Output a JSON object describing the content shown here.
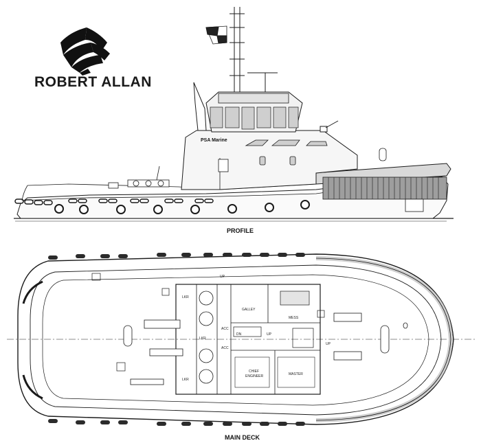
{
  "brand": {
    "company_name": "ROBERT ALLAN",
    "logo_icon": "striped-shell-logo-icon",
    "operator_mark": "PSA Marine"
  },
  "views": {
    "profile_label": "PROFILE",
    "main_deck_label": "MAIN DECK"
  },
  "rooms": {
    "galley": "GALLEY",
    "mess": "MESS",
    "chief_engineer_line1": "CHIEF",
    "chief_engineer_line2": "ENGINEER",
    "master": "MASTER",
    "locker_a": "LKR",
    "locker_b": "LKR",
    "locker_c": "LKR",
    "up_1": "UP",
    "up_2": "UP",
    "up_3": "UP",
    "dn": "DN",
    "acc_1": "ACC",
    "acc_2": "ACC"
  },
  "colors": {
    "line": "#1a1a1a",
    "hull_grey": "#bdbdbd",
    "fender": "#2b2b2b",
    "window": "#cfcfcf"
  }
}
